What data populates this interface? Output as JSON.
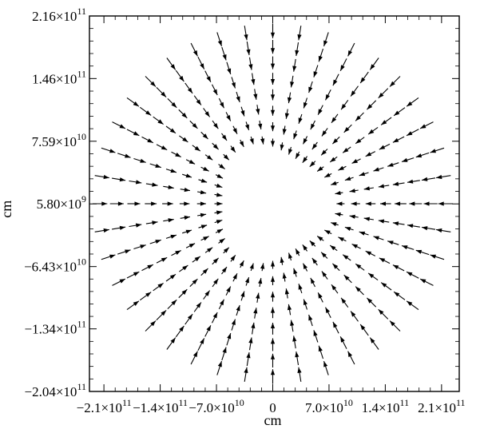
{
  "chart_data": {
    "type": "vector_field",
    "xlabel": "cm",
    "ylabel": "cm",
    "xlim": [
      -228000000000.0,
      232000000000.0
    ],
    "ylim": [
      -204000000000.0,
      216000000000.0
    ],
    "x_ticks": [
      {
        "value": -210000000000.0,
        "mant": "−2.1×10",
        "exp": "11"
      },
      {
        "value": -140000000000.0,
        "mant": "−1.4×10",
        "exp": "11"
      },
      {
        "value": -70000000000.0,
        "mant": "−7.0×10",
        "exp": "10"
      },
      {
        "value": 0,
        "mant": "0",
        "exp": ""
      },
      {
        "value": 70000000000.0,
        "mant": "7.0×10",
        "exp": "10"
      },
      {
        "value": 140000000000.0,
        "mant": "1.4×10",
        "exp": "11"
      },
      {
        "value": 210000000000.0,
        "mant": "2.1×10",
        "exp": "11"
      }
    ],
    "y_ticks": [
      {
        "value": 216000000000.0,
        "mant": "2.16×10",
        "exp": "11"
      },
      {
        "value": 146000000000.0,
        "mant": "1.46×10",
        "exp": "11"
      },
      {
        "value": 75900000000.0,
        "mant": "7.59×10",
        "exp": "10"
      },
      {
        "value": 5800000000.0,
        "mant": "5.80×10",
        "exp": "9"
      },
      {
        "value": -64300000000.0,
        "mant": "−6.43×10",
        "exp": "10"
      },
      {
        "value": -134000000000.0,
        "mant": "−1.34×10",
        "exp": "11"
      },
      {
        "value": -204000000000.0,
        "mant": "−2.04×10",
        "exp": "11"
      }
    ],
    "field": {
      "description_of_pattern": "radial inflow toward central void",
      "center": [
        0,
        6000000000.0
      ],
      "inner_radius": 70000000000.0,
      "outer_radius": 215000000000.0,
      "n_rays": 40,
      "n_rings": 8,
      "direction": "inward"
    }
  }
}
